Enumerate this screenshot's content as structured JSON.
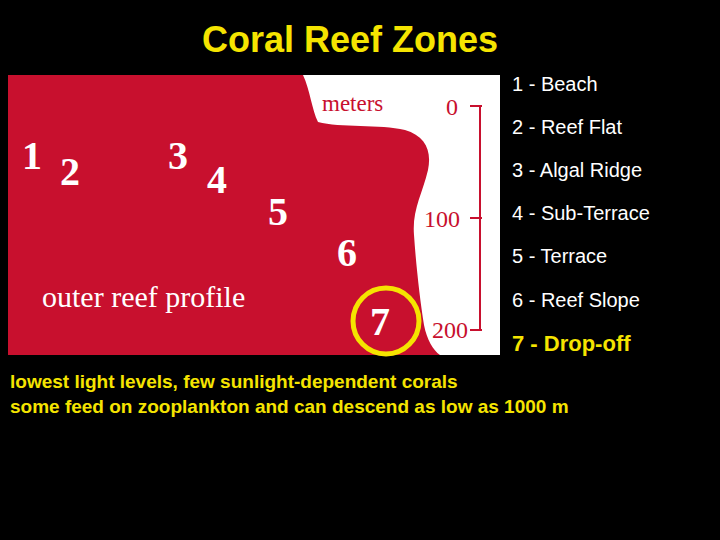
{
  "diagram": {
    "title": "Coral Reef Zones",
    "labels": [
      "meters",
      "0",
      "100",
      "200",
      "1",
      "2",
      "3",
      "4",
      "5",
      "6",
      "7",
      "outer reef profile",
      "1 - Beach",
      "2 - Reef Flat",
      "3 - Algal Ridge",
      "4 - Sub-Terrace",
      "5 - Terrace",
      "6 - Reef Slope",
      "7 - Drop-off",
      "lowest light levels, few sunlight-dependent corals",
      "some feed on zooplankton and can descend as low as 1000 m"
    ]
  }
}
